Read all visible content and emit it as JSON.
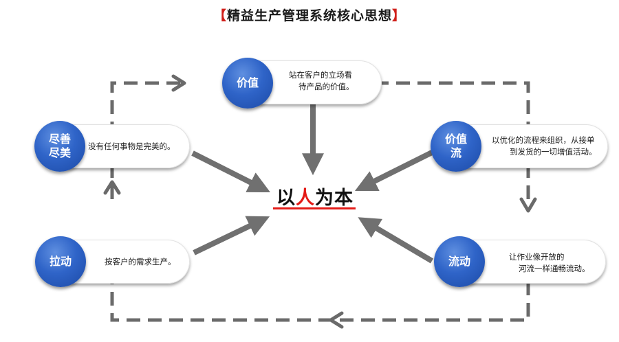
{
  "title": {
    "open_bracket": "【",
    "text": "精益生产管理系统核心思想",
    "close_bracket": "】"
  },
  "center": {
    "part1": "以",
    "highlight": "人",
    "part2": "为本"
  },
  "nodes": {
    "value": {
      "label": "价值",
      "desc_line1": "站在客户的立场看",
      "desc_line2": "待产品的价值。"
    },
    "perfection": {
      "label_line1": "尽善",
      "label_line2": "尽美",
      "desc_line1": "没有任何事物是完美的。"
    },
    "value_stream": {
      "label_line1": "价值",
      "label_line2": "流",
      "desc_line1": "以优化的流程来组织，从接单",
      "desc_line2": "到发货的一切增值活动。"
    },
    "pull": {
      "label": "拉动",
      "desc_line1": "按客户的需求生产。"
    },
    "flow": {
      "label": "流动",
      "desc_line1": "让作业像开放的",
      "desc_line2": "河流一样通畅流动。"
    }
  },
  "colors": {
    "circle_blue": "#2f64c8",
    "arrow_gray": "#707070",
    "accent_red": "#e41b17"
  }
}
